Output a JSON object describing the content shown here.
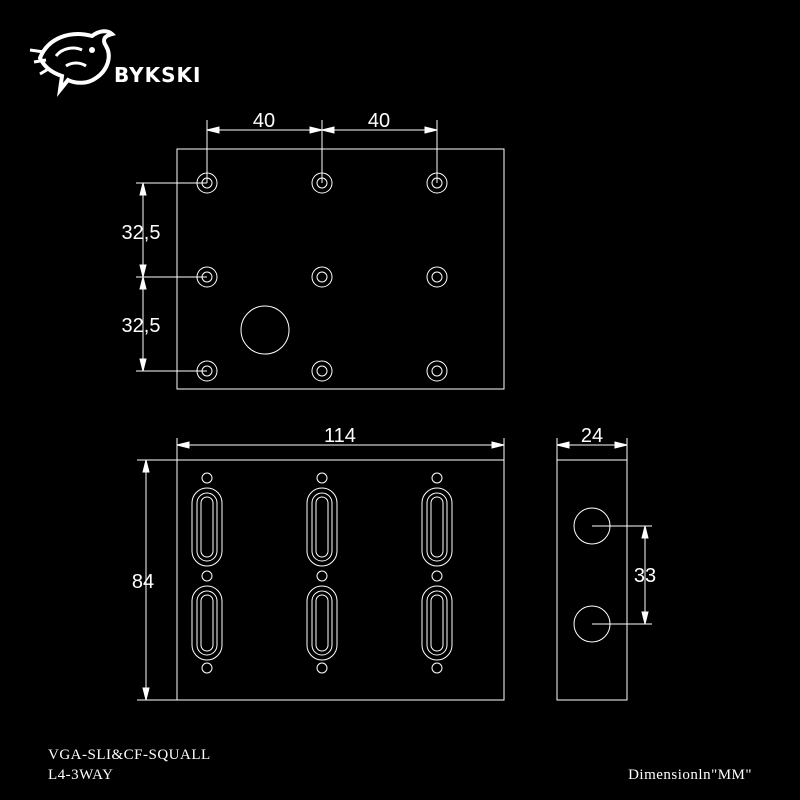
{
  "brand": {
    "name": "BYKSKI"
  },
  "top_view": {
    "dim_spacing_left": "40",
    "dim_spacing_right": "40",
    "dim_vertical_upper": "32,5",
    "dim_vertical_lower": "32,5"
  },
  "front_view": {
    "dim_width": "114",
    "dim_height": "84"
  },
  "side_view": {
    "dim_depth": "24",
    "dim_port_spacing": "33"
  },
  "model": {
    "line1": "VGA-SLI&CF-SQUALL",
    "line2": "L4-3WAY"
  },
  "units_note": "Dimensionln\"MM\"",
  "colors": {
    "background": "#000000",
    "line": "#ffffff"
  }
}
